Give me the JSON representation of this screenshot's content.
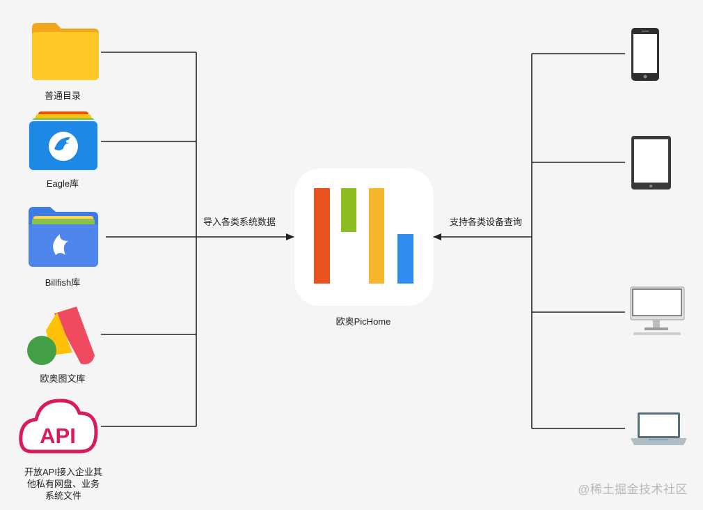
{
  "sources": [
    {
      "label": "普通目录",
      "icon": "folder-icon"
    },
    {
      "label": "Eagle库",
      "icon": "eagle-library-icon"
    },
    {
      "label": "Billfish库",
      "icon": "billfish-library-icon"
    },
    {
      "label": "欧奥图文库",
      "icon": "ouao-library-icon"
    },
    {
      "label": "开放API接入企业其\n他私有网盘、业务\n系统文件",
      "icon": "api-cloud-icon",
      "badge": "API"
    }
  ],
  "center": {
    "label": "欧奥PicHome",
    "icon": "pichome-logo-icon"
  },
  "edges": {
    "import_label": "导入各类系统数据",
    "devices_label": "支持各类设备查询"
  },
  "devices": [
    {
      "icon": "smartphone-icon"
    },
    {
      "icon": "tablet-icon"
    },
    {
      "icon": "desktop-monitor-icon"
    },
    {
      "icon": "laptop-icon"
    }
  ],
  "watermark": "@稀土掘金技术社区"
}
